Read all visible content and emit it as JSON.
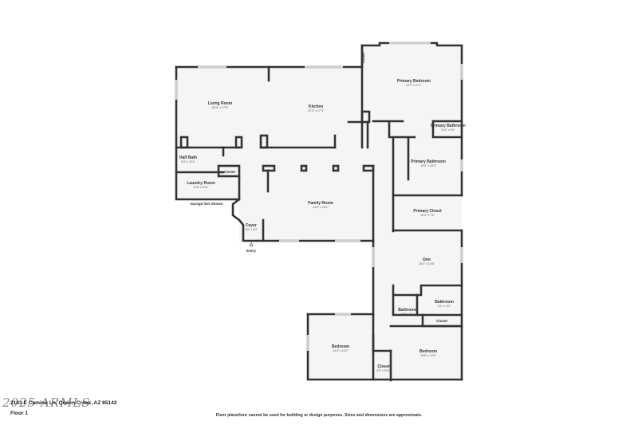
{
  "plan": {
    "floor": "Floor 1",
    "address": "2143 E Camino Ln, Queen Creek, AZ 85142",
    "watermark": "2025 ARMLS",
    "disclaimer": "Floor plans/tour cannot be used for building or design purposes. Sizes and dimensions are approximate.",
    "colors": {
      "wall": "#333333",
      "floor_fill": "#f5f5f5",
      "window": "#cfcfcf"
    },
    "rooms": [
      {
        "id": "living-room",
        "name": "Living Room",
        "dims": "18'11\" x 17'6\""
      },
      {
        "id": "kitchen",
        "name": "Kitchen",
        "dims": "22'3\" x 17'3\""
      },
      {
        "id": "primary-bedroom",
        "name": "Primary Bedroom",
        "dims": "22'1\" x 17'1\""
      },
      {
        "id": "primary-bathroom-small",
        "name": "Primary Bathroom",
        "dims": "5'11\" x 3'4\""
      },
      {
        "id": "primary-bathroom",
        "name": "Primary Bathroom",
        "dims": "15'0\" x 16'3\""
      },
      {
        "id": "primary-closet",
        "name": "Primary Closet",
        "dims": "15'0\" x 7'2\""
      },
      {
        "id": "half-bath",
        "name": "Half Bath",
        "dims": "5'9\" x 4'11\""
      },
      {
        "id": "laundry-room",
        "name": "Laundry Room",
        "dims": "11'6\" x 6'11\""
      },
      {
        "id": "family-room",
        "name": "Family Room",
        "dims": "24'4\" x 16'1\""
      },
      {
        "id": "foyer",
        "name": "Foyer",
        "dims": "4'0\" x 6'4\""
      },
      {
        "id": "den",
        "name": "Den",
        "dims": "15'0\" x 14'6\""
      },
      {
        "id": "bathroom-right",
        "name": "Bathroom",
        "dims": "8'1\" x 4'0\""
      },
      {
        "id": "bathroom-left",
        "name": "Bathroom",
        "dims": "6'2\" x 4'1\""
      },
      {
        "id": "bedroom-left",
        "name": "Bedroom",
        "dims": "14'4\" x 14'7\""
      },
      {
        "id": "bedroom-right",
        "name": "Bedroom",
        "dims": "15'6\" x 12'0\""
      },
      {
        "id": "closet-hall",
        "name": "Closet",
        "dims": "4'0\" x 5'10\""
      }
    ],
    "labels": {
      "closet_laundry": "Closet",
      "closet_primary": "Closet",
      "closet_bath": "Closet",
      "garage": "Garage Not Shown",
      "entry": "Entry"
    }
  }
}
